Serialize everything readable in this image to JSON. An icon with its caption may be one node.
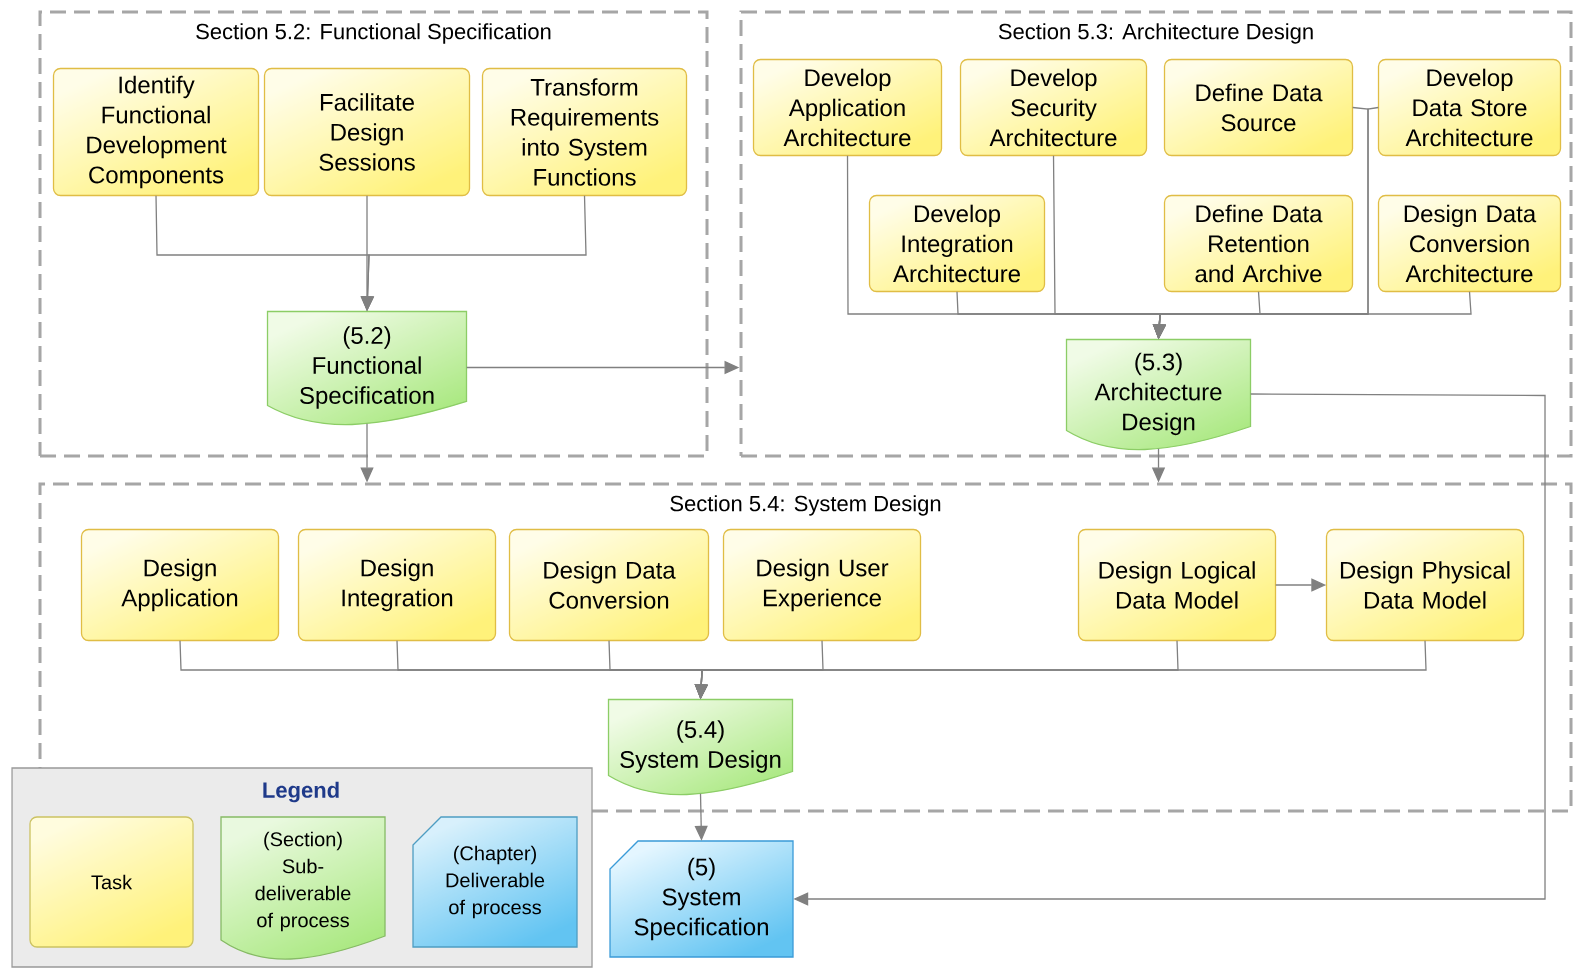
{
  "diagram": {
    "nodes": [
      {
        "text": [
          "Section 5.2: Functional Specification"
        ]
      },
      {
        "text": [
          "Identify Functional Development Components"
        ],
        "in": 0
      },
      {
        "text": [
          "Facilitate Design Sessions"
        ],
        "in": 0
      },
      {
        "text": [
          "Transform Requirements into System Functions"
        ],
        "in": 0
      },
      {
        "text": [
          "(5.2)",
          "Functional Specification"
        ],
        "in": 0
      },
      {
        "text": [
          "Section 5.3: Architecture Design"
        ]
      },
      {
        "text": [
          "Develop Application Architecture"
        ],
        "in": 5
      },
      {
        "text": [
          "Develop Security Architecture"
        ],
        "in": 5
      },
      {
        "text": [
          "Define Data Source"
        ],
        "in": 5
      },
      {
        "text": [
          "Develop Data Store Architecture"
        ],
        "in": 5
      },
      {
        "text": [
          "Develop Integration Architecture"
        ],
        "in": 5
      },
      {
        "text": [
          "Define Data Retention and Archive"
        ],
        "in": 5
      },
      {
        "text": [
          "Design Data Conversion Architecture"
        ],
        "in": 5
      },
      {
        "text": [
          "(5.3)",
          "Architecture Design"
        ],
        "in": 5
      },
      {
        "text": [
          "Section 5.4: System Design"
        ]
      },
      {
        "text": [
          "Design Application"
        ],
        "in": 14
      },
      {
        "text": [
          "Design Integration"
        ],
        "in": 14
      },
      {
        "text": [
          "Design Data Conversion"
        ],
        "in": 14
      },
      {
        "text": [
          "Design User Experience"
        ],
        "in": 14
      },
      {
        "text": [
          "Design Logical Data Model"
        ],
        "in": 14
      },
      {
        "text": [
          "Design Physical Data Model"
        ],
        "in": 14
      },
      {
        "text": [
          "(5.4)",
          "System Design"
        ],
        "in": 14
      },
      {
        "text": [
          "(5)",
          "System Specification"
        ]
      }
    ],
    "edges": [
      {
        "from": 1,
        "to": 4,
        "arrow": "to"
      },
      {
        "from": 2,
        "to": 4,
        "arrow": "to"
      },
      {
        "from": 3,
        "to": 4,
        "arrow": "to"
      },
      {
        "from": 4,
        "to": 5,
        "arrow": "to"
      },
      {
        "from": 4,
        "to": 14,
        "arrow": "to"
      },
      {
        "from": 6,
        "to": 13,
        "arrow": "to"
      },
      {
        "from": 7,
        "to": 13,
        "arrow": "to"
      },
      {
        "from": 8,
        "to": 13,
        "arrow": "to"
      },
      {
        "from": 9,
        "to": 13,
        "arrow": "to"
      },
      {
        "from": 10,
        "to": 13,
        "arrow": "to"
      },
      {
        "from": 11,
        "to": 13,
        "arrow": "to"
      },
      {
        "from": 12,
        "to": 13,
        "arrow": "to"
      },
      {
        "from": 13,
        "to": 14,
        "arrow": "to"
      },
      {
        "from": 13,
        "to": 22,
        "arrow": "to"
      },
      {
        "from": 15,
        "to": 21,
        "arrow": "to"
      },
      {
        "from": 16,
        "to": 21,
        "arrow": "to"
      },
      {
        "from": 17,
        "to": 21,
        "arrow": "to"
      },
      {
        "from": 18,
        "to": 21,
        "arrow": "to"
      },
      {
        "from": 19,
        "to": 21,
        "arrow": "to"
      },
      {
        "from": 20,
        "to": 21,
        "arrow": "to"
      },
      {
        "from": 19,
        "to": 20,
        "arrow": "to"
      },
      {
        "from": 21,
        "to": 22,
        "arrow": "to"
      }
    ],
    "labels": [
      "Legend"
    ],
    "legend": [
      {
        "text": "Task",
        "color": "#fff27a"
      },
      {
        "text": "(Section) Sub-deliverable of process",
        "color": "#a8e87e"
      },
      {
        "text": "(Chapter) Deliverable of process",
        "color": "#62c4f2"
      }
    ]
  }
}
